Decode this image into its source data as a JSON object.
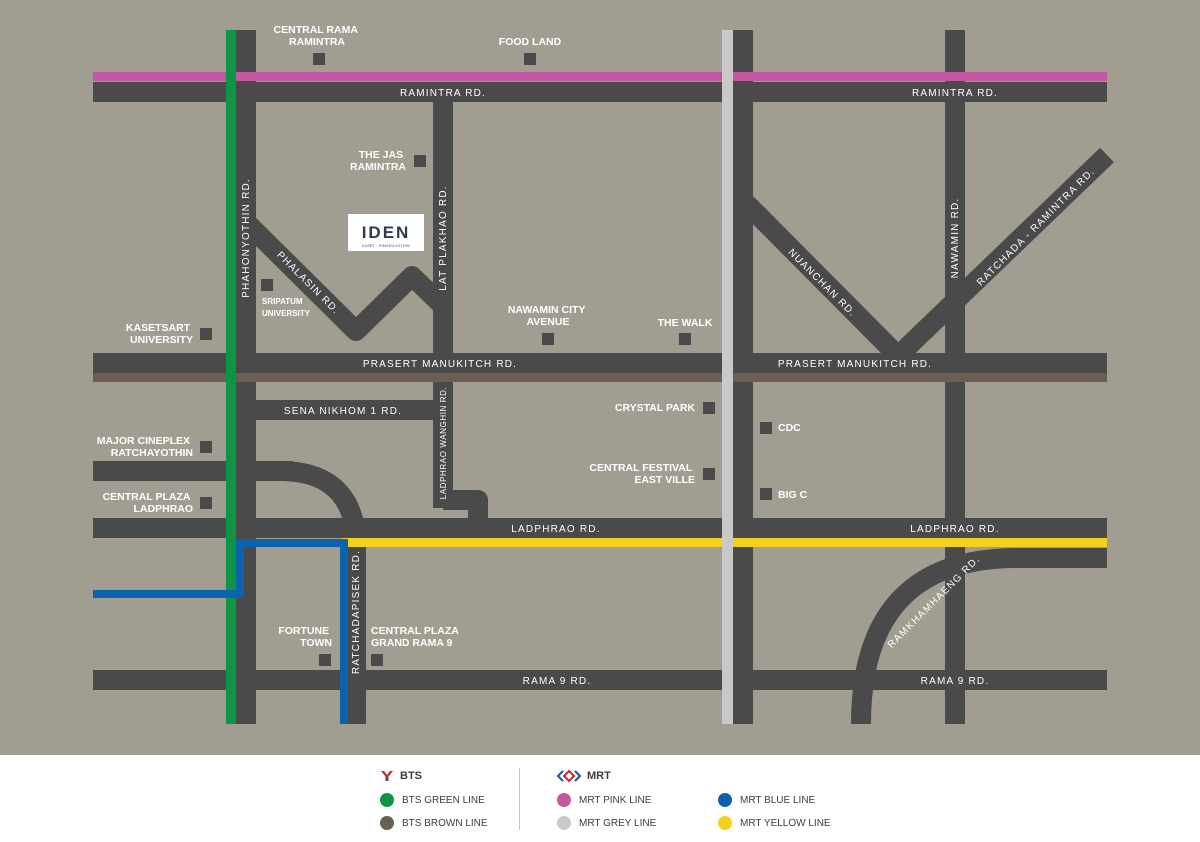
{
  "colors": {
    "background": "#a19e91",
    "road": "#4a4a4a",
    "bts_green": "#0d9445",
    "bts_brown": "#6b5e52",
    "mrt_pink": "#c557a2",
    "mrt_grey": "#c9c9c9",
    "mrt_blue": "#0c62ac",
    "mrt_yellow": "#f3d11e",
    "logo_bg": "#ffffff",
    "logo_text": "#2d3a4d"
  },
  "roads": {
    "ramintra_left": "RAMINTRA RD.",
    "ramintra_right": "RAMINTRA RD.",
    "prasert_left": "PRASERT MANUKITCH RD.",
    "prasert_right": "PRASERT MANUKITCH RD.",
    "ladphrao_left": "LADPHRAO RD.",
    "ladphrao_right": "LADPHRAO RD.",
    "rama9_left": "RAMA 9 RD.",
    "rama9_right": "RAMA 9 RD.",
    "sena_nikhom": "SENA NIKHOM 1 RD.",
    "phahonyothin": "PHAHONYOTHIN RD.",
    "lat_plakhao": "LAT PLAKHAO RD.",
    "ladphrao_wanghin": "LADPHRAO WANGHIN RD.",
    "ratchadapisek": "RATCHADAPISEK RD.",
    "phalasin": "PHALASIN RD.",
    "nuanchan": "NUANCHAN RD.",
    "nawamin": "NAWAMIN RD.",
    "ratchada_ramintra": "RATCHADA - RAMINTRA RD.",
    "ramkhamhaeng": "RAMKHAMHAENG RD."
  },
  "places": {
    "central_rama_ramintra": [
      "CENTRAL RAMA",
      "RAMINTRA"
    ],
    "food_land": [
      "FOOD LAND"
    ],
    "the_jas_ramintra": [
      "THE JAS",
      "RAMINTRA"
    ],
    "sripatum_university": [
      "SRIPATUM",
      "UNIVERSITY"
    ],
    "kasetsart_university": [
      "KASETSART",
      "UNIVERSITY"
    ],
    "nawamin_city_avenue": [
      "NAWAMIN CITY",
      "AVENUE"
    ],
    "the_walk": [
      "THE WALK"
    ],
    "crystal_park": [
      "CRYSTAL PARK"
    ],
    "cdc": [
      "CDC"
    ],
    "major_cineplex_ratchayothin": [
      "MAJOR CINEPLEX",
      "RATCHAYOTHIN"
    ],
    "central_festival_east_ville": [
      "CENTRAL FESTIVAL",
      "EAST VILLE"
    ],
    "big_c": [
      "BIG C"
    ],
    "central_plaza_ladphrao": [
      "CENTRAL PLAZA",
      "LADPHRAO"
    ],
    "fortune_town": [
      "FORTUNE",
      "TOWN"
    ],
    "central_plaza_grand_rama_9": [
      "CENTRAL PLAZA",
      "GRAND RAMA 9"
    ]
  },
  "logo": {
    "name": "IDEN",
    "tagline": "KASET - PHAHOLYOTHIN"
  },
  "legend": {
    "bts": {
      "title": "BTS",
      "items": [
        {
          "label": "BTS GREEN LINE",
          "color": "#0d9445"
        },
        {
          "label": "BTS BROWN LINE",
          "color": "#6b5e52"
        }
      ]
    },
    "mrt": {
      "title": "MRT",
      "items": [
        {
          "label": "MRT PINK LINE",
          "color": "#c557a2"
        },
        {
          "label": "MRT GREY LINE",
          "color": "#c9c9c9"
        },
        {
          "label": "MRT BLUE LINE",
          "color": "#0c62ac"
        },
        {
          "label": "MRT YELLOW LINE",
          "color": "#f3d11e"
        }
      ]
    }
  }
}
